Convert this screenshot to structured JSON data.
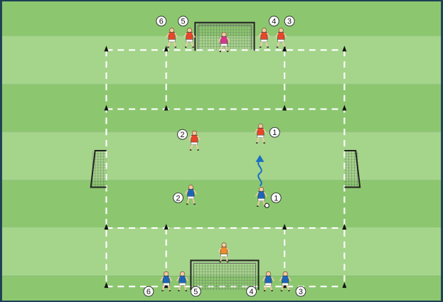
{
  "colors": {
    "stripe_light": "#a5d48b",
    "stripe_dark": "#8cc770",
    "line": "#ffffff",
    "cone": "#111111",
    "red_team": "#e8452a",
    "blue_team": "#1c66b8",
    "keeper_top": "#d9358f",
    "keeper_bottom": "#f08a2a",
    "dribble_arrow": "#1a6fc4"
  },
  "red_attackers": [
    {
      "label": "1",
      "icon": "player-red"
    },
    {
      "label": "2",
      "icon": "player-red"
    }
  ],
  "blue_defenders": [
    {
      "label": "1",
      "icon": "player-blue-with-ball"
    },
    {
      "label": "2",
      "icon": "player-blue"
    }
  ],
  "red_waiting": [
    {
      "label": "6"
    },
    {
      "label": "5"
    },
    {
      "label": "4"
    },
    {
      "label": "3"
    }
  ],
  "blue_waiting": [
    {
      "label": "6"
    },
    {
      "label": "5"
    },
    {
      "label": "4"
    },
    {
      "label": "3"
    }
  ],
  "goals": [
    {
      "name": "top-goal",
      "icon": "full-size-goal"
    },
    {
      "name": "bottom-goal",
      "icon": "full-size-goal"
    },
    {
      "name": "left-mini-goal",
      "icon": "mini-goal"
    },
    {
      "name": "right-mini-goal",
      "icon": "mini-goal"
    }
  ]
}
